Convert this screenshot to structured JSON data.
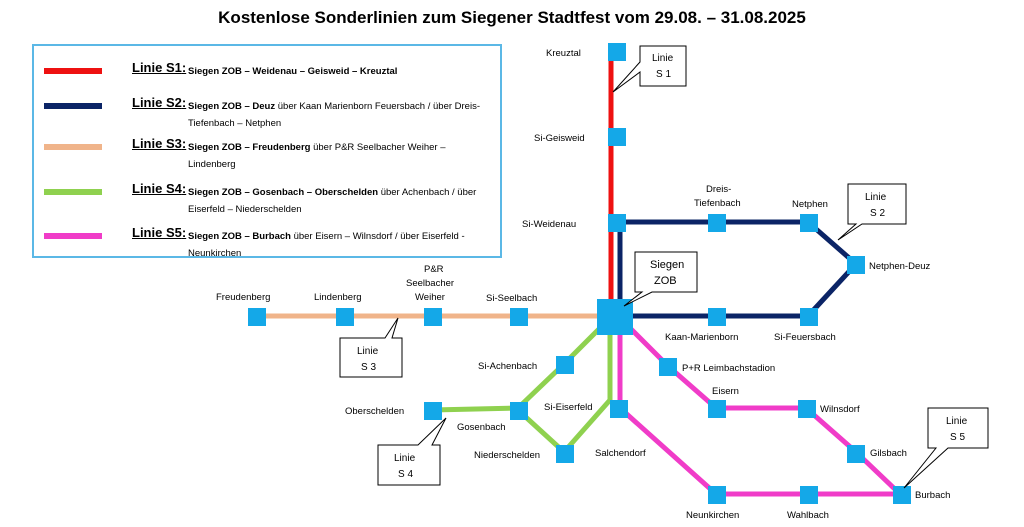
{
  "title": "Kostenlose Sonderlinien zum Siegener Stadtfest vom 29.08. – 31.08.2025",
  "colors": {
    "S1": "#ee1111",
    "S2": "#0b2466",
    "S3": "#f0b48a",
    "S4": "#8fd14f",
    "S5": "#f03cc8",
    "station": "#14a8e8",
    "legend_border": "#5bb8e6"
  },
  "legend": [
    {
      "line": "S1",
      "name": "Linie S1",
      "sep": ":",
      "bold": "Siegen ZOB – Weidenau – Geisweid – Kreuztal",
      "rest": ""
    },
    {
      "line": "S2",
      "name": "Linie S2",
      "sep": ":",
      "bold": "Siegen ZOB – Deuz",
      "rest": " über Kaan Marienborn Feuersbach / über Dreis-Tiefenbach – Netphen"
    },
    {
      "line": "S3",
      "name": "Linie S3",
      "sep": ":",
      "bold": "Siegen ZOB – Freudenberg",
      "rest": " über P&R Seelbacher Weiher – Lindenberg"
    },
    {
      "line": "S4",
      "name": "Linie S4",
      "sep": ":",
      "bold": "Siegen ZOB – Gosenbach – Oberschelden",
      "rest": " über Achenbach / über Eiserfeld – Niederschelden"
    },
    {
      "line": "S5",
      "name": "Linie S5",
      "sep": ":",
      "bold": "Siegen ZOB – Burbach",
      "rest": " über Eisern – Wilnsdorf / über Eiserfeld - Neunkirchen"
    }
  ],
  "hub": {
    "label_line1": "Siegen",
    "label_line2": "ZOB"
  },
  "stations": {
    "kreuztal": "Kreuztal",
    "geisweid": "Si-Geisweid",
    "weidenau": "Si-Weidenau",
    "dreis_1": "Dreis-",
    "dreis_2": "Tiefenbach",
    "netphen": "Netphen",
    "netphen_deuz": "Netphen-Deuz",
    "feuersbach": "Si-Feuersbach",
    "kaan": "Kaan-Marienborn",
    "seelbach": "Si-Seelbach",
    "pr_1": "P&R",
    "pr_2": "Seelbacher",
    "pr_3": "Weiher",
    "lindenberg": "Lindenberg",
    "freudenberg": "Freudenberg",
    "achenbach": "Si-Achenbach",
    "eiserfeld": "Si-Eiserfeld",
    "gosenbach": "Gosenbach",
    "oberschelden": "Oberschelden",
    "niederschelden": "Niederschelden",
    "leimbach": "P+R Leimbachstadion",
    "eisern": "Eisern",
    "wilnsdorf": "Wilnsdorf",
    "gilsbach": "Gilsbach",
    "burbach": "Burbach",
    "wahlbach": "Wahlbach",
    "neunkirchen": "Neunkirchen",
    "salchendorf": "Salchendorf"
  },
  "callouts": {
    "s1": {
      "l1": "Linie",
      "l2": "S 1"
    },
    "s2": {
      "l1": "Linie",
      "l2": "S 2"
    },
    "s3": {
      "l1": "Linie",
      "l2": "S 3"
    },
    "s4": {
      "l1": "Linie",
      "l2": "S 4"
    },
    "s5": {
      "l1": "Linie",
      "l2": "S 5"
    }
  }
}
